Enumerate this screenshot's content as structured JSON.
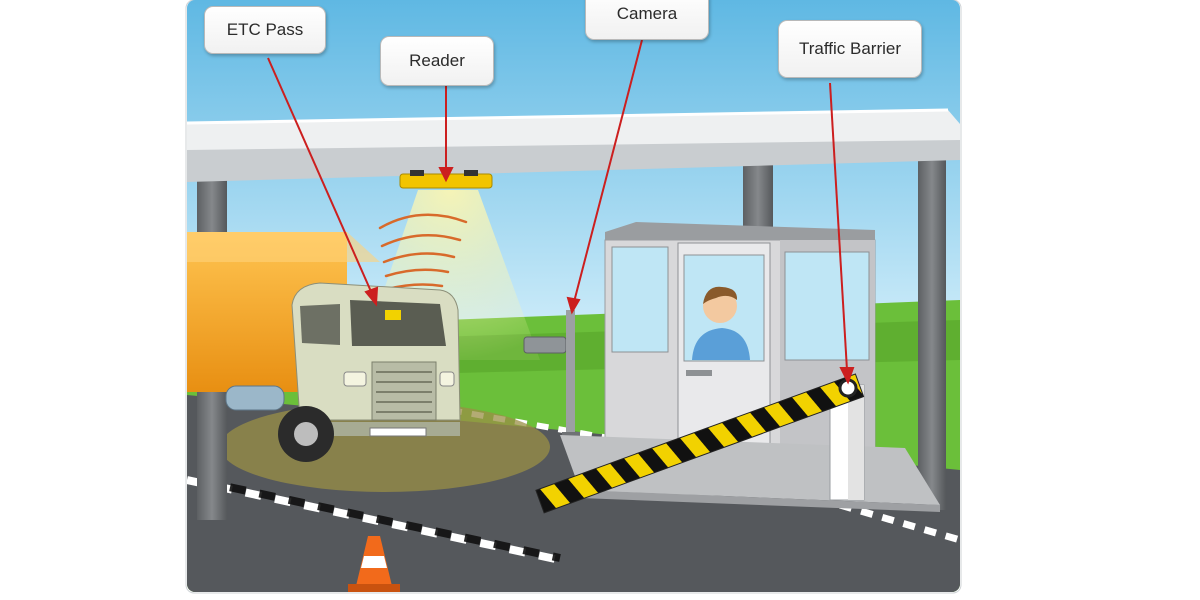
{
  "labels": {
    "etc_pass": "ETC Pass",
    "reader": "Reader",
    "camera": "Camera",
    "traffic_barrier": "Traffic Barrier"
  },
  "colors": {
    "sky": "#7ec8ea",
    "grass": "#6bbf3a",
    "road": "#55585c",
    "canopy": "#e3e6e7",
    "truck_cargo": "#f5a623",
    "truck_cab": "#d9ddc2",
    "booth": "#d8d8da",
    "barrier_yellow": "#f2d200",
    "barrier_black": "#111111",
    "arrow": "#cc1f1f",
    "cone": "#f26a1b"
  }
}
